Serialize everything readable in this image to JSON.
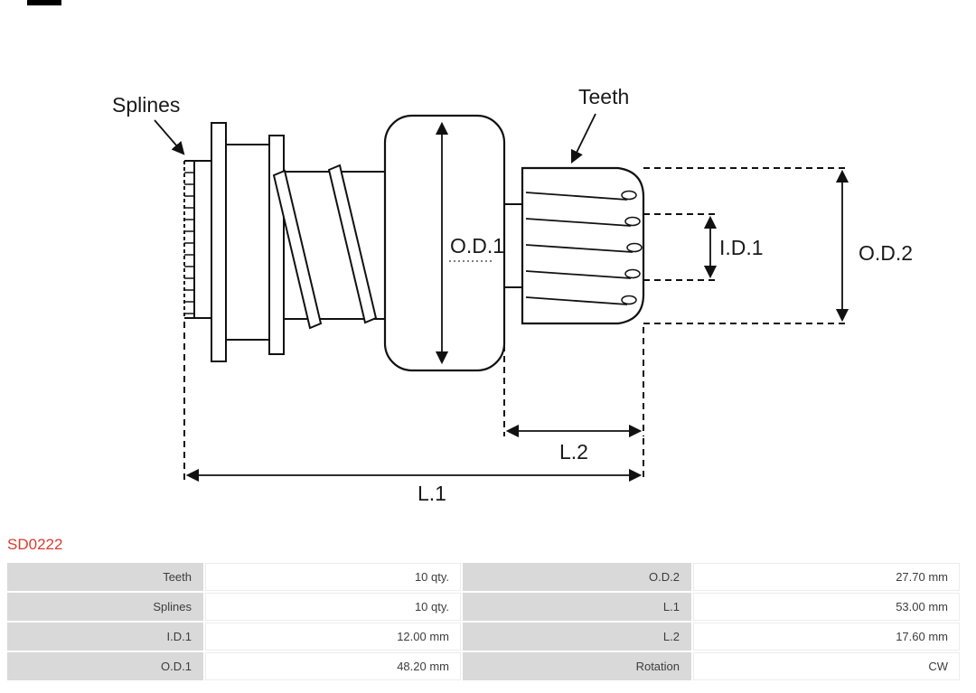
{
  "part_number": "SD0222",
  "colors": {
    "part_number_red": "#da3b30",
    "table_label_bg": "#d9d9d9",
    "line_color": "#111111"
  },
  "diagram": {
    "labels": {
      "splines": "Splines",
      "teeth": "Teeth",
      "od1": "O.D.1",
      "id1": "I.D.1",
      "od2": "O.D.2",
      "l1": "L.1",
      "l2": "L.2"
    }
  },
  "specs": {
    "rows": [
      {
        "c0": {
          "label": "Teeth",
          "value": "10 qty."
        },
        "c1": {
          "label": "O.D.2",
          "value": "27.70 mm"
        }
      },
      {
        "c0": {
          "label": "Splines",
          "value": "10 qty."
        },
        "c1": {
          "label": "L.1",
          "value": "53.00 mm"
        }
      },
      {
        "c0": {
          "label": "I.D.1",
          "value": "12.00 mm"
        },
        "c1": {
          "label": "L.2",
          "value": "17.60 mm"
        }
      },
      {
        "c0": {
          "label": "O.D.1",
          "value": "48.20 mm"
        },
        "c1": {
          "label": "Rotation",
          "value": "CW"
        }
      }
    ]
  }
}
